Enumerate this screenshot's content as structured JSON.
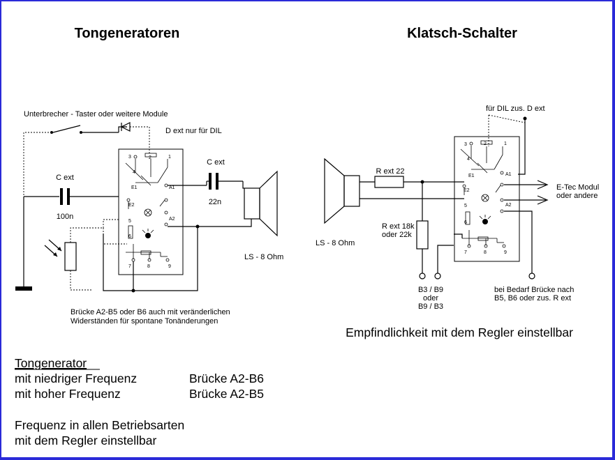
{
  "left": {
    "title": "Tongeneratoren",
    "interrupter_label": "Unterbrecher - Taster oder weitere Module",
    "d_ext_label": "D ext nur für DIL",
    "c_ext_left": "C ext",
    "c_ext_left_value": "100n",
    "c_ext_right": "C ext",
    "c_ext_right_value": "22n",
    "speaker_label": "LS - 8 Ohm",
    "note_line1": "Brücke A2-B5 oder B6 auch mit veränderlichen",
    "note_line2": "Widerständen für spontane Tonänderungen"
  },
  "right": {
    "title": "Klatsch-Schalter",
    "dil_label": "für DIL zus. D ext",
    "r_ext_22": "R ext 22",
    "r_ext_18k_line1": "R ext 18k",
    "r_ext_18k_line2": "oder 22k",
    "speaker_label": "LS - 8 Ohm",
    "etec_line1": "E-Tec Modul",
    "etec_line2": "oder andere",
    "b_line1": "B3 / B9",
    "b_line2": "oder",
    "b_line3": "B9 / B3",
    "bridge_line1": "bei Bedarf Brücke nach",
    "bridge_line2": "B5, B6 oder zus. R ext",
    "sensitivity": "Empfindlichkeit mit dem Regler einstellbar"
  },
  "module_pins": {
    "p1": "1",
    "p2": "2",
    "p3": "3",
    "p4": "4",
    "p5": "5",
    "p6": "6",
    "p7": "7",
    "p8": "8",
    "p9": "9",
    "e1": "E1",
    "e2": "E2",
    "a1": "A1",
    "a2": "A2"
  },
  "bottom": {
    "heading": "Tongenerator",
    "row1_left": "mit niedriger Frequenz",
    "row1_right": "Brücke A2-B6",
    "row2_left": "mit hoher Frequenz",
    "row2_right": "Brücke A2-B5",
    "freq_line1": "Frequenz in allen Betriebsarten",
    "freq_line2": "mit dem Regler einstellbar"
  }
}
